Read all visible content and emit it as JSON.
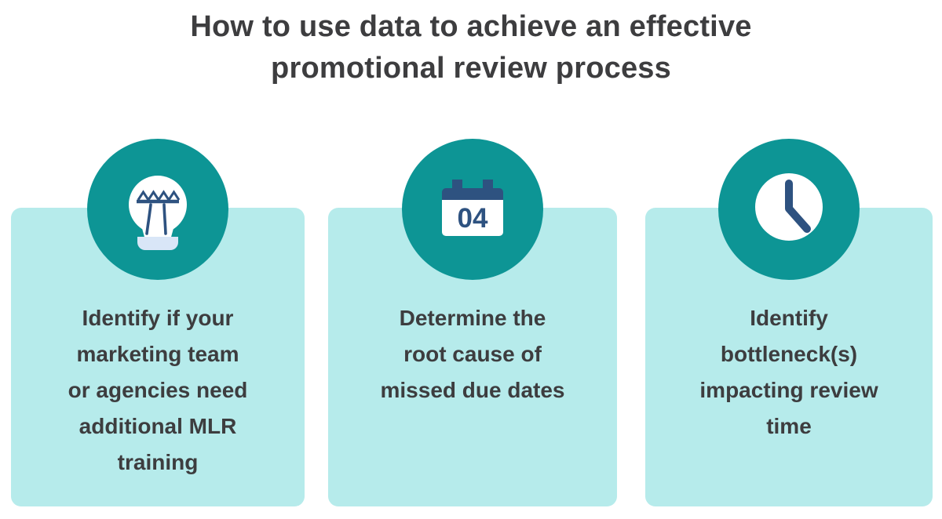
{
  "title": {
    "text": "How to use data to achieve an effective\npromotional review process"
  },
  "colors": {
    "accent_teal": "#0D9595",
    "card_background": "#B6EBEB",
    "icon_navy": "#2E5280",
    "bulb_base_blue": "#D9E6F7",
    "text_gray": "#3D3D3F",
    "icon_white": "#FFFFFF",
    "page_background": "#FFFFFF"
  },
  "cards": [
    {
      "icon": "lightbulb-icon",
      "text": "Identify if your\nmarketing team\nor agencies need\nadditional MLR\ntraining"
    },
    {
      "icon": "calendar-icon",
      "calendar_day": "04",
      "text": "Determine the\nroot cause of\nmissed due dates"
    },
    {
      "icon": "clock-icon",
      "text": "Identify\nbottleneck(s)\nimpacting review\ntime"
    }
  ]
}
